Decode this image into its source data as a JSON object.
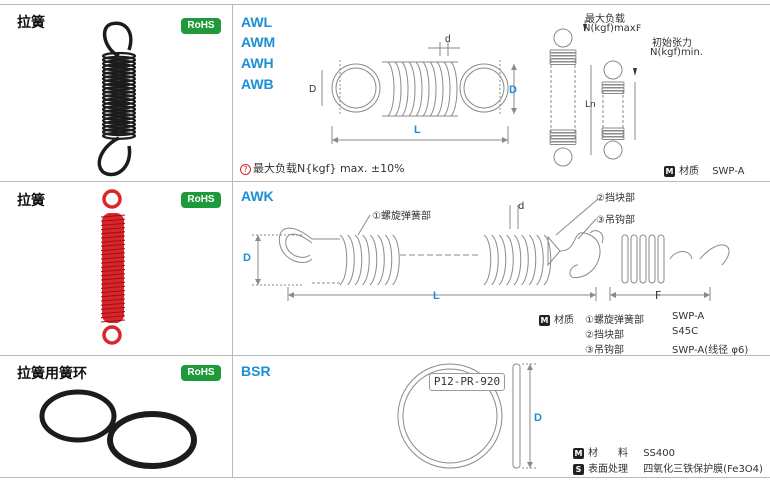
{
  "rows": [
    {
      "category": "拉簧",
      "rohs": "RoHS",
      "codes": [
        "AWL",
        "AWM",
        "AWH",
        "AWB"
      ],
      "dim_labels": {
        "d": "d",
        "D_left": "D",
        "D_right": "D",
        "L": "L",
        "F": "F",
        "Ln": "Ln"
      },
      "max_load_label": "最大负载",
      "max_load_unit": "N(kgf)max.",
      "initial_tension_label": "初始张力",
      "initial_tension_unit": "N(kgf)min.",
      "note": "最大负载N{kgf} max. ±10%",
      "material_icon": "M",
      "material_label": "材质",
      "material_value": "SWP-A"
    },
    {
      "category": "拉簧",
      "rohs": "RoHS",
      "code": "AWK",
      "dim_labels": {
        "d": "d",
        "D": "D",
        "L": "L",
        "F": "F"
      },
      "callouts": [
        "①螺旋弹簧部",
        "②挡块部",
        "③吊钩部"
      ],
      "material_icon": "M",
      "material_label": "材质",
      "materials": [
        {
          "part": "①螺旋弹簧部",
          "value": "SWP-A"
        },
        {
          "part": "②挡块部",
          "value": "S45C"
        },
        {
          "part": "③吊钩部",
          "value": "SWP-A(线径 φ6)"
        }
      ]
    },
    {
      "category": "拉簧用簧环",
      "rohs": "RoHS",
      "code": "BSR",
      "part_tag": "P12-PR-920",
      "dim_labels": {
        "D": "D"
      },
      "material_icon": "M",
      "material_label": "材　　料",
      "material_value": "SS400",
      "surface_icon": "S",
      "surface_label": "表面处理",
      "surface_value": "四氧化三铁保护膜(Fe3O4)"
    }
  ],
  "colors": {
    "code_blue": "#1b8fd6",
    "rohs_green": "#1e9a3a",
    "spring_black": "#1c1c1c",
    "spring_red": "#d8262c",
    "drawing_grey": "#8a8a8a"
  },
  "icons": {
    "note_icon": "info-bulb-icon"
  }
}
